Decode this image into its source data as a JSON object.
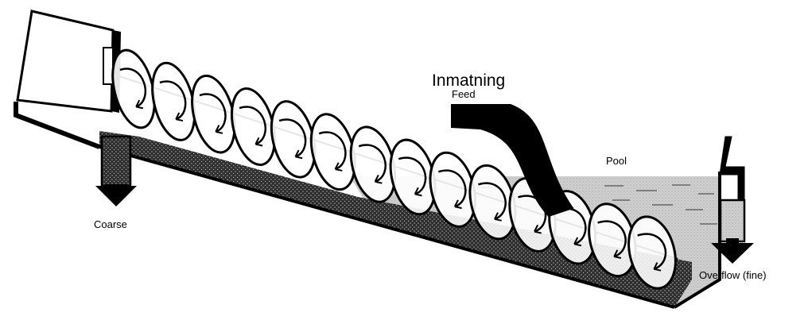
{
  "labels": {
    "inmatning": "Inmatning",
    "feed": "Feed",
    "pool": "Pool",
    "coarse": "Coarse",
    "overflow": "Overflow (fine)"
  },
  "colors": {
    "ink": "#000000",
    "pool_fill": "#d4d4d4",
    "sediment_fill": "#333333",
    "background": "#ffffff"
  },
  "components": {
    "screw_flight_count": 14
  }
}
